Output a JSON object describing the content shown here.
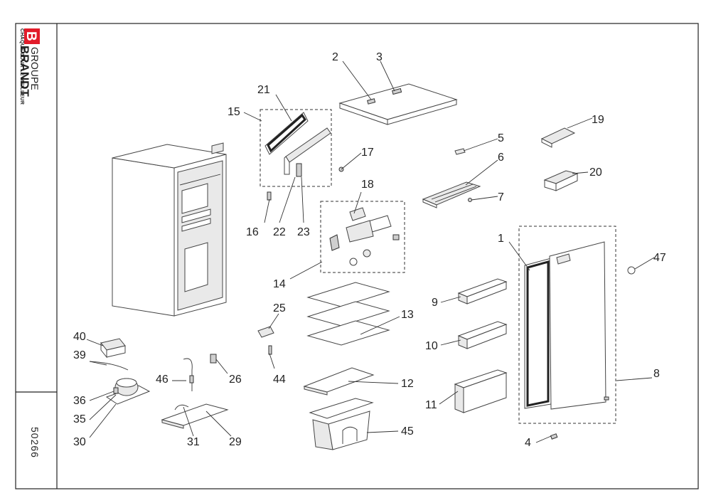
{
  "logo": {
    "mark": "B",
    "groupe": "GROUPE",
    "name": "BRANDT",
    "tagline": "CHAQUE JOUR LE MEILLEUR",
    "brand_color": "#e21c2a"
  },
  "document_number": "50266",
  "part_labels": {
    "p1": "1",
    "p2": "2",
    "p3": "3",
    "p4": "4",
    "p5": "5",
    "p6": "6",
    "p7": "7",
    "p8": "8",
    "p9": "9",
    "p10": "10",
    "p11": "11",
    "p12": "12",
    "p13": "13",
    "p14": "14",
    "p15": "15",
    "p16": "16",
    "p17": "17",
    "p18": "18",
    "p19": "19",
    "p20": "20",
    "p21": "21",
    "p22": "22",
    "p23": "23",
    "p25": "25",
    "p26": "26",
    "p29": "29",
    "p30": "30",
    "p31": "31",
    "p35": "35",
    "p36": "36",
    "p39": "39",
    "p40": "40",
    "p44": "44",
    "p45": "45",
    "p46": "46",
    "p47": "47"
  }
}
